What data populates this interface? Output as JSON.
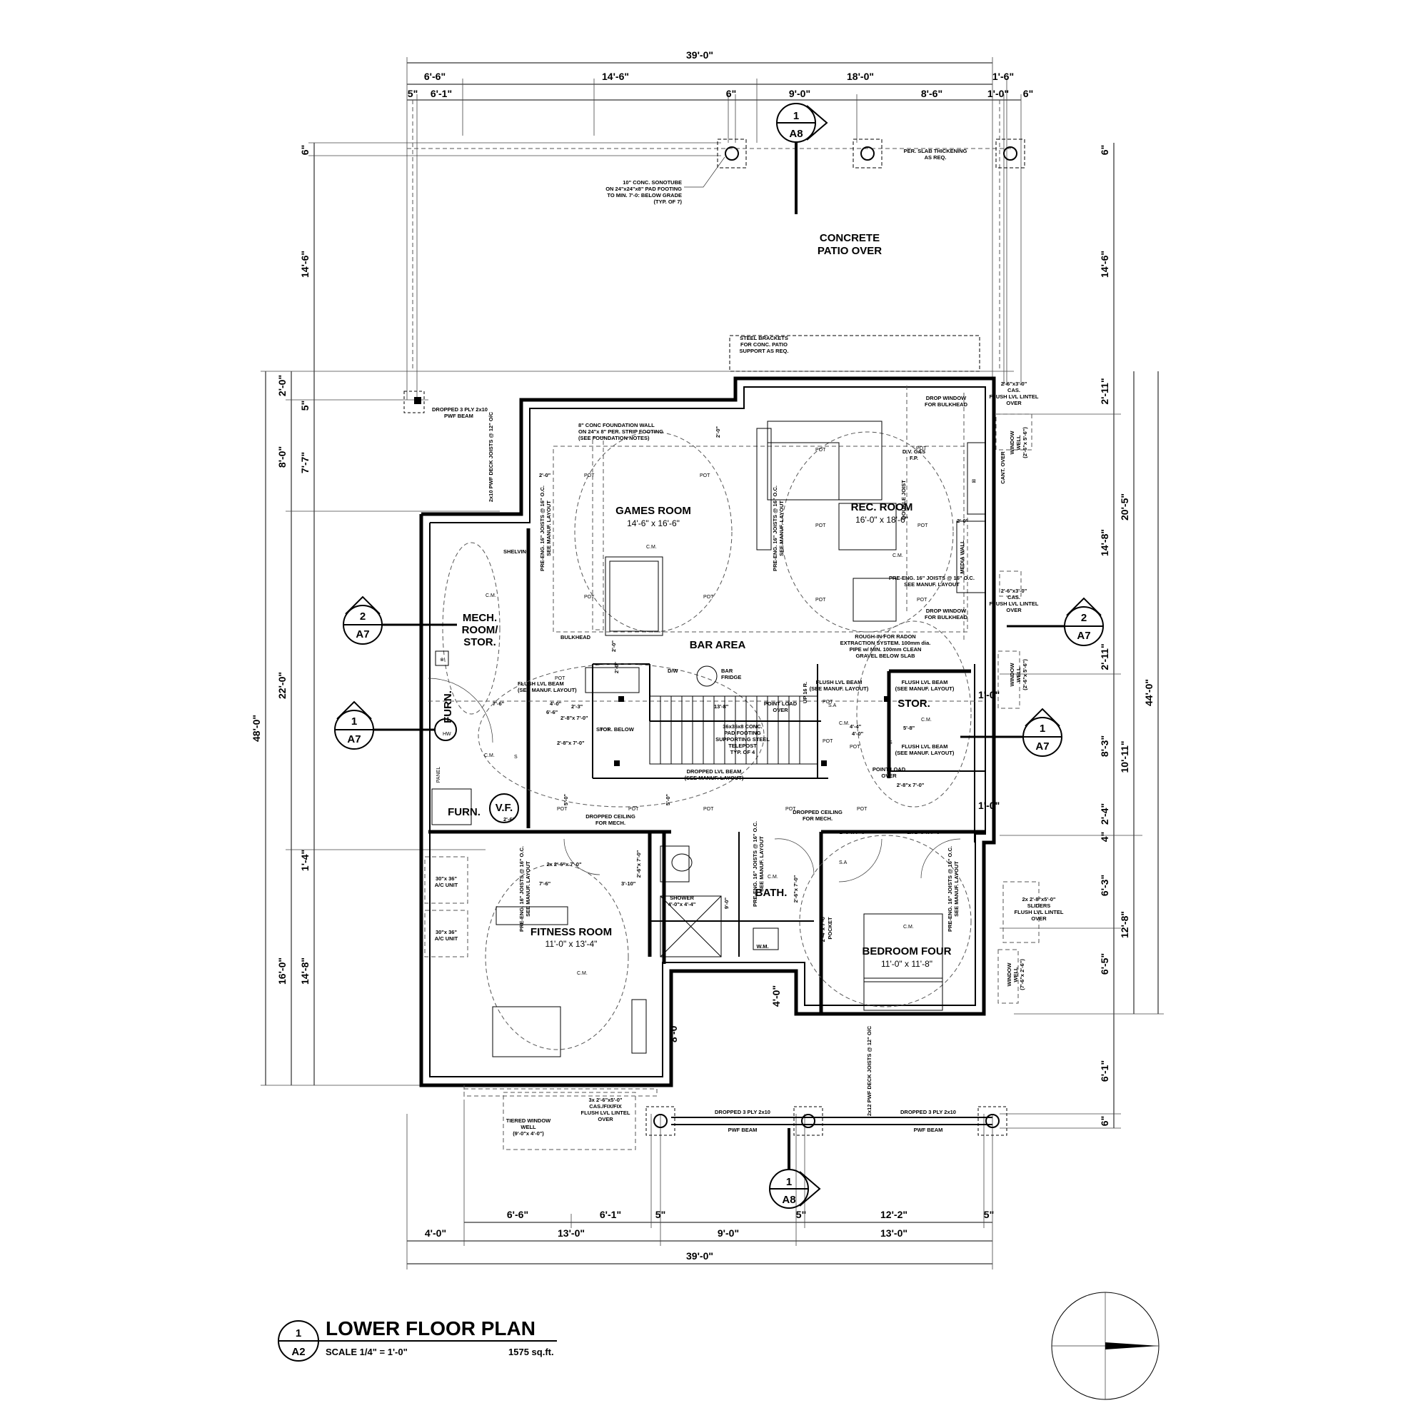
{
  "title": {
    "number": "1",
    "sheet": "A2",
    "name": "LOWER FLOOR PLAN",
    "scale": "SCALE 1/4\" = 1'-0\"",
    "area": "1575 sq.ft."
  },
  "rooms": [
    {
      "key": "games",
      "name": "GAMES ROOM",
      "size": "14'-6\" x 16'-6\""
    },
    {
      "key": "rec",
      "name": "REC. ROOM",
      "size": "16'-0\" x 18'-6\""
    },
    {
      "key": "bar",
      "name": "BAR AREA",
      "size": ""
    },
    {
      "key": "mech1",
      "name": "MECH.",
      "size": ""
    },
    {
      "key": "mech2",
      "name": "ROOM/",
      "size": ""
    },
    {
      "key": "mech3",
      "name": "STOR.",
      "size": ""
    },
    {
      "key": "stor",
      "name": "STOR.",
      "size": ""
    },
    {
      "key": "fitness",
      "name": "FITNESS ROOM",
      "size": "11'-0\" x 13'-4\""
    },
    {
      "key": "bath",
      "name": "BATH.",
      "size": ""
    },
    {
      "key": "bed4",
      "name": "BEDROOM FOUR",
      "size": "11'-0\" x 11'-8\""
    },
    {
      "key": "patio1",
      "name": "CONCRETE",
      "size": ""
    },
    {
      "key": "patio2",
      "name": "PATIO OVER",
      "size": ""
    }
  ],
  "equipment": {
    "furn_v": "FURN.",
    "hw": "HW",
    "furn": "FURN.",
    "vf": "V.F.",
    "panel": "PANEL"
  },
  "dims_top": {
    "overall": "39'-0\"",
    "r1": [
      "6'-6\"",
      "14'-6\"",
      "18'-0\"",
      "1'-6\""
    ],
    "r2": [
      "5\"",
      "6'-1\"",
      "6\"",
      "9'-0\"",
      "8'-6\"",
      "1'-0\"",
      "6\""
    ]
  },
  "dims_bottom": {
    "r1": [
      "6'-6\"",
      "6'-1\"",
      "5\"",
      "5\"",
      "12'-2\"",
      "5\""
    ],
    "r2": [
      "4'-0\"",
      "13'-0\"",
      "9'-0\"",
      "13'-0\""
    ],
    "overall": "39'-0\""
  },
  "dims_left": {
    "inner": [
      "6\"",
      "14'-6\"",
      "5\"",
      "7'-7\"",
      "1'-4\"",
      "14'-8\""
    ],
    "mid": [
      "2'-0\"",
      "8'-0\"",
      "22'-0\"",
      "16'-0\""
    ],
    "overall": "48'-0\""
  },
  "dims_right": {
    "inner": [
      "6\"",
      "14'-6\"",
      "2'-11\"",
      "14'-8\"",
      "2'-11\"",
      "8'-3\"",
      "2'-4\"",
      "4\"",
      "6'-3\"",
      "6'-5\"",
      "6'-1\"",
      "6\""
    ],
    "mid": [
      "20'-5\"",
      "10'-11\"",
      "12'-8\""
    ],
    "overall": "44'-0\""
  },
  "sections": [
    {
      "num": "1",
      "sheet": "A8"
    },
    {
      "num": "1",
      "sheet": "A8"
    },
    {
      "num": "2",
      "sheet": "A7"
    },
    {
      "num": "2",
      "sheet": "A7"
    },
    {
      "num": "1",
      "sheet": "A7"
    },
    {
      "num": "1",
      "sheet": "A7"
    }
  ],
  "notes": {
    "sonotube": [
      "10\" CONC. SONOTUBE",
      "ON 24\"x24\"x8\" PAD FOOTING",
      "TO MIN. 7'-0: BELOW GRADE",
      "(TYP. OF 7)"
    ],
    "slab": [
      "PER. SLAB THICKENING",
      "AS REQ."
    ],
    "brackets": [
      "STEEL BRACKETS",
      "FOR CONC. PATIO",
      "SUPPORT AS REQ."
    ],
    "beam_top": [
      "DROPPED 3 PLY 2x10",
      "PWF BEAM"
    ],
    "deck_joists": "2x10 PWF DECK JOISTS @ 12\" O/C",
    "foundation": [
      "8\" CONC FOUNDATION WALL",
      "ON 24\"x 8\" PER. STRIP FOOTING",
      "(SEE FOUNDATION NOTES)"
    ],
    "drop_window1": [
      "DROP WINDOW",
      "FOR BULKHEAD"
    ],
    "drop_window2": [
      "DROP WINDOW",
      "FOR BULKHEAD"
    ],
    "cas_top": [
      "2'-6\"x3'-0\"",
      "CAS.",
      "FLUSH LVL LINTEL",
      "OVER"
    ],
    "window_well1": [
      "WINDOW",
      "WELL",
      "(2'-6\"x 5'-6\")"
    ],
    "cant_over": "CANT. OVER",
    "gas_fp": [
      "D.V. GAS",
      "F.P."
    ],
    "double_joist": "DOUBLE JOIST",
    "media_wall": "MEDIA WALL",
    "joists_rec": [
      "PRE-ENG. 16\" JOISTS @ 16\" O.C.",
      "SEE MANUF. LAYOUT"
    ],
    "joists_games": [
      "PRE-ENG. 16\" JOISTS @ 16\" O.C.",
      "SEE MANUF. LAYOUT"
    ],
    "joists_mid": [
      "PRE-ENG. 16\" JOISTS @ 16\" O.C.",
      "SEE MANUF. LAYOUT"
    ],
    "joists_right": [
      "PRE-ENG. 16\" JOISTS @ 16\" O.C.",
      "SEE MANUF. LAYOUT"
    ],
    "joists_fit": [
      "PRE-ENG. 16\" JOISTS @ 16\" O.C.",
      "SEE MANUF. LAYOUT"
    ],
    "joists_bed": [
      "PRE-ENG. 16\" JOISTS @ 16\" O.C.",
      "SEE MANUF. LAYOUT"
    ],
    "cas_mid": [
      "2'-6\"x3'-0\"",
      "CAS.",
      "FLUSH LVL LINTEL",
      "OVER"
    ],
    "radon": [
      "ROUGH-IN FOR RADON",
      "EXTRACTION SYSTEM. 100mm dia.",
      "PIPE w/ MIN. 100mm CLEAN",
      "GRAVEL BELOW SLAB"
    ],
    "window_well2": [
      "WINDOW",
      "WELL",
      "(2'-6\"x 5'-6\")"
    ],
    "shelving": "SHELVING",
    "bulkhead": "BULKHEAD",
    "flush_beam1": [
      "FLUSH LVL BEAM",
      "(SEE MANUF. LAYOUT)"
    ],
    "flush_beam2": [
      "FLUSH LVL BEAM",
      "(SEE MANUF. LAYOUT)"
    ],
    "flush_beam3": [
      "FLUSH LVL BEAM",
      "(SEE MANUF. LAYOUT)"
    ],
    "flush_beam4": [
      "FLUSH LVL BEAM",
      "(SEE MANUF. LAYOUT)"
    ],
    "dropped_lvl": [
      "DROPPED LVL BEAM",
      "(SEE MANUF. LAYOUT)"
    ],
    "point_load1": [
      "POINT LOAD",
      "OVER"
    ],
    "point_load2": [
      "POINT LOAD",
      "OVER"
    ],
    "pad_footing": [
      "36x36x8 CONC.",
      "PAD FOOTING",
      "SUPPORTING STEEL",
      "TELEPOST",
      "TYP. OF 4"
    ],
    "stor_below": "STOR. BELOW",
    "up": "UP 16 R.",
    "dw": "D/W",
    "bar_fridge": [
      "BAR",
      "FRIDGE"
    ],
    "dropped_ceiling1": [
      "DROPPED CEILING",
      "FOR MECH."
    ],
    "dropped_ceiling2": [
      "DROPPED CEILING",
      "FOR MECH."
    ],
    "ac1": [
      "30\"x 36\"",
      "A/C UNIT"
    ],
    "ac2": [
      "30\"x 36\"",
      "A/C UNIT"
    ],
    "shower": [
      "SHOWER",
      "4'-0\"x 4'-4\""
    ],
    "wm": "W.M.",
    "pocket": [
      "2'-4\"x 7'-0\"",
      "POCKET"
    ],
    "sliders": [
      "2x 2'-8\"x5'-0\"",
      "SLIDERS",
      "FLUSH LVL LINTEL",
      "OVER"
    ],
    "window_well3": [
      "WINDOW",
      "WELL",
      "(7'-6\"x 2'-6\")"
    ],
    "tiered": [
      "TIERED WINDOW",
      "WELL",
      "(9'-0\"x 4'-0\")"
    ],
    "cas_fix": [
      "3x 2'-6\"x5'-0\"",
      "CAS./FIX/FIX",
      "FLUSH LVL LINTEL",
      "OVER"
    ],
    "beam_bot1": [
      "DROPPED 3 PLY 2x10",
      "PWF BEAM"
    ],
    "beam_bot2": [
      "DROPPED 3 PLY 2x10",
      "PWF BEAM"
    ],
    "deck_bot": "2x12 PWF DECK JOISTS @ 12\" O/C",
    "door_28": "2'-8\"x 7'-0\"",
    "door_2x28": "2x 2'-8\"x 7'-0\"",
    "door_2x26": "2x 2'-6\"x 7'-0\"",
    "door_26a": "2'-6\"x 7'-0\"",
    "door_26b": "2'-6\"x 7'-0\"",
    "door_26c": "2'-6\"x 7'-0\"",
    "door_28b": "2'-8\"x 7'-0\"",
    "door_28c": "2'-8\"x 7'-0\""
  },
  "small_dims": [
    "2'-0\"",
    "2'-0\"",
    "2'-0\"",
    "7'-6\"",
    "4'-0\"",
    "2'-3\"",
    "13'-8\"",
    "4'-4\"",
    "5'-8\"",
    "1'-0\"",
    "1'-0\"",
    "2'-6\"",
    "5'-0\"",
    "5'-0\"",
    "7'-6\"",
    "3'-10\"",
    "9'-0\"",
    "4'-0\"",
    "8'-0\"",
    "6'-6\"",
    "2'-0\"",
    "4'-0\"",
    "2'-0\""
  ],
  "markers": {
    "pot": "POT",
    "cm": "C.M.",
    "sa": "S.A",
    "s": "S"
  }
}
